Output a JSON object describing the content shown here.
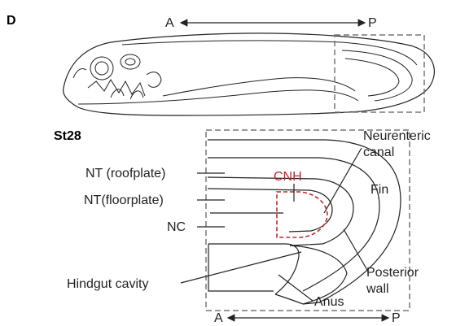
{
  "panel_letter": "D",
  "stage_label": "St28",
  "axis": {
    "anterior": "A",
    "posterior": "P"
  },
  "labels": {
    "neurenteric_canal_line1": "Neurenteric",
    "neurenteric_canal_line2": "canal",
    "cnh": "CNH",
    "nt_roofplate": "NT (roofplate)",
    "nt_floorplate": "NT(floorplate)",
    "nc": "NC",
    "fin": "Fin",
    "hindgut_cavity": "Hindgut cavity",
    "posterior_wall_line1": "Posterior",
    "posterior_wall_line2": "wall",
    "anus": "Anus"
  },
  "colors": {
    "highlight": "#c0272d",
    "box": "#777777",
    "line": "#222222"
  }
}
